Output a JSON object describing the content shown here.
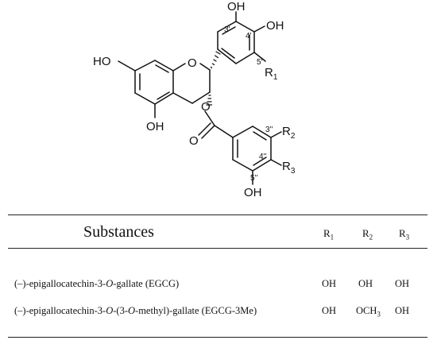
{
  "structure": {
    "atoms": {
      "ho_a7": "HO",
      "o_ring": "O",
      "oh_a5": "OH",
      "oh_b3": "OH",
      "oh_b4": "OH",
      "r1": "R",
      "r1_sub": "1",
      "o_ester": "O",
      "o_carbonyl": "O",
      "r2": "R",
      "r2_sub": "2",
      "r3": "R",
      "r3_sub": "3",
      "oh_g5": "OH"
    },
    "positions": {
      "p3": "3'",
      "p4": "4'",
      "p5": "5'",
      "p3g": "3''",
      "p4g": "4''",
      "p5g": "5''"
    }
  },
  "table": {
    "header": {
      "substances": "Substances",
      "r1": "R",
      "r1_sub": "1",
      "r2": "R",
      "r2_sub": "2",
      "r3": "R",
      "r3_sub": "3"
    },
    "rows": [
      {
        "name_a": "(–)-epigallocatechin-3-",
        "name_o1": "O",
        "name_b": "-gallate (EGCG)",
        "r1": "OH",
        "r2": "OH",
        "r3": "OH"
      },
      {
        "name_a": "(–)-epigallocatechin-3-",
        "name_o1": "O",
        "name_b": "-(3-",
        "name_o2": "O",
        "name_c": "-methyl)-gallate (EGCG-3Me)",
        "r1": "OH",
        "r2": "OCH",
        "r2_sub": "3",
        "r3": "OH"
      }
    ]
  }
}
